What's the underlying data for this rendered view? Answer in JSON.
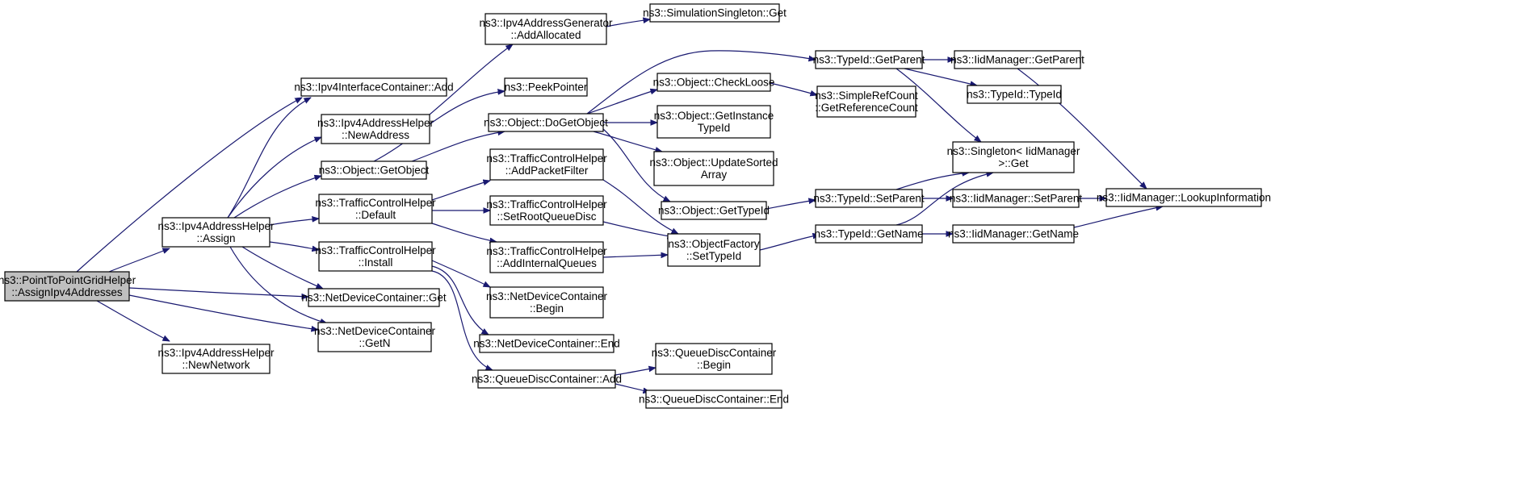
{
  "diagram": {
    "type": "call-graph",
    "colors": {
      "edge": "#191970",
      "root_fill": "#bfbfbf",
      "node_fill": "#ffffff",
      "border": "#000000"
    },
    "nodes": [
      {
        "id": "root",
        "lines": [
          "ns3::PointToPointGridHelper",
          "::AssignIpv4Addresses"
        ],
        "root": true
      },
      {
        "id": "ipv4ic_add",
        "lines": [
          "ns3::Ipv4InterfaceContainer::Add"
        ]
      },
      {
        "id": "ipv4ah_assign",
        "lines": [
          "ns3::Ipv4AddressHelper",
          "::Assign"
        ]
      },
      {
        "id": "ndc_get",
        "lines": [
          "ns3::NetDeviceContainer::Get"
        ]
      },
      {
        "id": "ndc_getn",
        "lines": [
          "ns3::NetDeviceContainer",
          "::GetN"
        ]
      },
      {
        "id": "ipv4ah_newnet",
        "lines": [
          "ns3::Ipv4AddressHelper",
          "::NewNetwork"
        ]
      },
      {
        "id": "ipv4ah_newaddr",
        "lines": [
          "ns3::Ipv4AddressHelper",
          "::NewAddress"
        ]
      },
      {
        "id": "obj_getobject",
        "lines": [
          "ns3::Object::GetObject"
        ]
      },
      {
        "id": "tch_default",
        "lines": [
          "ns3::TrafficControlHelper",
          "::Default"
        ]
      },
      {
        "id": "tch_install",
        "lines": [
          "ns3::TrafficControlHelper",
          "::Install"
        ]
      },
      {
        "id": "ipv4ag_addalloc",
        "lines": [
          "ns3::Ipv4AddressGenerator",
          "::AddAllocated"
        ]
      },
      {
        "id": "peekpointer",
        "lines": [
          "ns3::PeekPointer"
        ]
      },
      {
        "id": "obj_dogetobject",
        "lines": [
          "ns3::Object::DoGetObject"
        ]
      },
      {
        "id": "tch_addpacketfilter",
        "lines": [
          "ns3::TrafficControlHelper",
          "::AddPacketFilter"
        ]
      },
      {
        "id": "tch_setrootqd",
        "lines": [
          "ns3::TrafficControlHelper",
          "::SetRootQueueDisc"
        ]
      },
      {
        "id": "tch_addinternalq",
        "lines": [
          "ns3::TrafficControlHelper",
          "::AddInternalQueues"
        ]
      },
      {
        "id": "ndc_begin",
        "lines": [
          "ns3::NetDeviceContainer",
          "::Begin"
        ]
      },
      {
        "id": "ndc_end",
        "lines": [
          "ns3::NetDeviceContainer::End"
        ]
      },
      {
        "id": "qdc_add",
        "lines": [
          "ns3::QueueDiscContainer::Add"
        ]
      },
      {
        "id": "simsingleton_get",
        "lines": [
          "ns3::SimulationSingleton::Get"
        ]
      },
      {
        "id": "obj_checkloose",
        "lines": [
          "ns3::Object::CheckLoose"
        ]
      },
      {
        "id": "obj_getinstancetypeid",
        "lines": [
          "ns3::Object::GetInstance",
          "TypeId"
        ]
      },
      {
        "id": "obj_updatesorted",
        "lines": [
          "ns3::Object::UpdateSorted",
          "Array"
        ]
      },
      {
        "id": "obj_gettypeid",
        "lines": [
          "ns3::Object::GetTypeId"
        ]
      },
      {
        "id": "objfactory_settypeid",
        "lines": [
          "ns3::ObjectFactory",
          "::SetTypeId"
        ]
      },
      {
        "id": "qdc_begin",
        "lines": [
          "ns3::QueueDiscContainer",
          "::Begin"
        ]
      },
      {
        "id": "qdc_end",
        "lines": [
          "ns3::QueueDiscContainer::End"
        ]
      },
      {
        "id": "typeid_getparent",
        "lines": [
          "ns3::TypeId::GetParent"
        ]
      },
      {
        "id": "simplerefcount",
        "lines": [
          "ns3::SimpleRefCount",
          "::GetReferenceCount"
        ]
      },
      {
        "id": "typeid_setparent",
        "lines": [
          "ns3::TypeId::SetParent"
        ]
      },
      {
        "id": "typeid_getname",
        "lines": [
          "ns3::TypeId::GetName"
        ]
      },
      {
        "id": "iidm_getparent",
        "lines": [
          "ns3::IidManager::GetParent"
        ]
      },
      {
        "id": "typeid_typeid",
        "lines": [
          "ns3::TypeId::TypeId"
        ]
      },
      {
        "id": "singleton_get",
        "lines": [
          "ns3::Singleton< IidManager",
          " >::Get"
        ]
      },
      {
        "id": "iidm_setparent",
        "lines": [
          "ns3::IidManager::SetParent"
        ]
      },
      {
        "id": "iidm_getname",
        "lines": [
          "ns3::IidManager::GetName"
        ]
      },
      {
        "id": "iidm_lookup",
        "lines": [
          "ns3::IidManager::LookupInformation"
        ]
      }
    ],
    "edges": [
      {
        "from": "root",
        "to": "ipv4ic_add"
      },
      {
        "from": "root",
        "to": "ipv4ah_assign"
      },
      {
        "from": "root",
        "to": "ndc_get"
      },
      {
        "from": "root",
        "to": "ndc_getn"
      },
      {
        "from": "root",
        "to": "ipv4ah_newnet"
      },
      {
        "from": "ipv4ah_assign",
        "to": "ipv4ic_add"
      },
      {
        "from": "ipv4ah_assign",
        "to": "ipv4ah_newaddr"
      },
      {
        "from": "ipv4ah_assign",
        "to": "obj_getobject"
      },
      {
        "from": "ipv4ah_assign",
        "to": "tch_default"
      },
      {
        "from": "ipv4ah_assign",
        "to": "tch_install"
      },
      {
        "from": "ipv4ah_assign",
        "to": "ndc_get"
      },
      {
        "from": "ipv4ah_assign",
        "to": "ndc_getn"
      },
      {
        "from": "ipv4ah_newaddr",
        "to": "ipv4ag_addalloc"
      },
      {
        "from": "ipv4ag_addalloc",
        "to": "simsingleton_get"
      },
      {
        "from": "obj_getobject",
        "to": "peekpointer"
      },
      {
        "from": "obj_getobject",
        "to": "obj_dogetobject"
      },
      {
        "from": "tch_default",
        "to": "tch_addpacketfilter"
      },
      {
        "from": "tch_default",
        "to": "tch_setrootqd"
      },
      {
        "from": "tch_default",
        "to": "tch_addinternalq"
      },
      {
        "from": "tch_install",
        "to": "ndc_begin"
      },
      {
        "from": "tch_install",
        "to": "ndc_end"
      },
      {
        "from": "tch_install",
        "to": "qdc_add"
      },
      {
        "from": "obj_dogetobject",
        "to": "typeid_getparent"
      },
      {
        "from": "obj_dogetobject",
        "to": "obj_checkloose"
      },
      {
        "from": "obj_dogetobject",
        "to": "obj_getinstancetypeid"
      },
      {
        "from": "obj_dogetobject",
        "to": "obj_updatesorted"
      },
      {
        "from": "obj_dogetobject",
        "to": "obj_gettypeid"
      },
      {
        "from": "obj_checkloose",
        "to": "simplerefcount"
      },
      {
        "from": "tch_addpacketfilter",
        "to": "objfactory_settypeid"
      },
      {
        "from": "tch_setrootqd",
        "to": "objfactory_settypeid"
      },
      {
        "from": "tch_addinternalq",
        "to": "objfactory_settypeid"
      },
      {
        "from": "obj_gettypeid",
        "to": "typeid_setparent"
      },
      {
        "from": "objfactory_settypeid",
        "to": "typeid_getname"
      },
      {
        "from": "qdc_add",
        "to": "qdc_begin"
      },
      {
        "from": "qdc_add",
        "to": "qdc_end"
      },
      {
        "from": "typeid_getparent",
        "to": "iidm_getparent"
      },
      {
        "from": "typeid_getparent",
        "to": "typeid_typeid"
      },
      {
        "from": "typeid_getparent",
        "to": "singleton_get"
      },
      {
        "from": "typeid_setparent",
        "to": "singleton_get"
      },
      {
        "from": "typeid_setparent",
        "to": "iidm_setparent"
      },
      {
        "from": "typeid_getname",
        "to": "singleton_get"
      },
      {
        "from": "typeid_getname",
        "to": "iidm_getname"
      },
      {
        "from": "iidm_getparent",
        "to": "iidm_lookup"
      },
      {
        "from": "iidm_setparent",
        "to": "iidm_lookup"
      },
      {
        "from": "iidm_getname",
        "to": "iidm_lookup"
      }
    ]
  }
}
